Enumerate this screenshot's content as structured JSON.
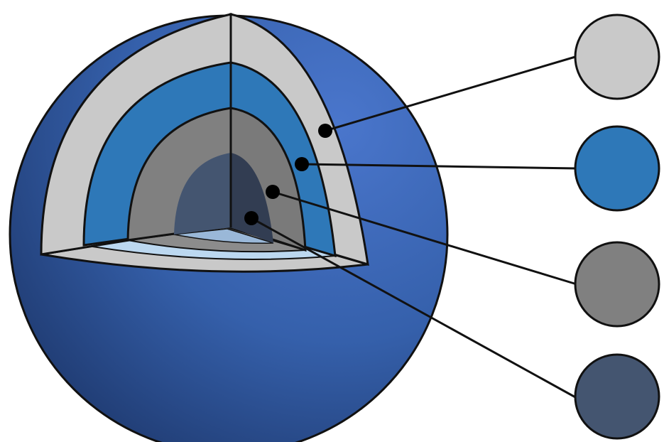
{
  "diagram": {
    "colors": {
      "background": "#ffffff",
      "outline": "#111111",
      "sphere_highlight": "#4a76cc",
      "sphere_shadow": "#1f3a70",
      "cut_floor_light": "#bcd8f0"
    },
    "layers": [
      {
        "id": "outer-shell",
        "fill": "#c9c9c9",
        "swatch_icon": "circle-swatch"
      },
      {
        "id": "blue-layer",
        "fill": "#2e78b8",
        "swatch_icon": "circle-swatch"
      },
      {
        "id": "gray-layer",
        "fill": "#808080",
        "swatch_icon": "circle-swatch"
      },
      {
        "id": "core",
        "fill": "#445570",
        "swatch_icon": "circle-swatch"
      }
    ]
  }
}
